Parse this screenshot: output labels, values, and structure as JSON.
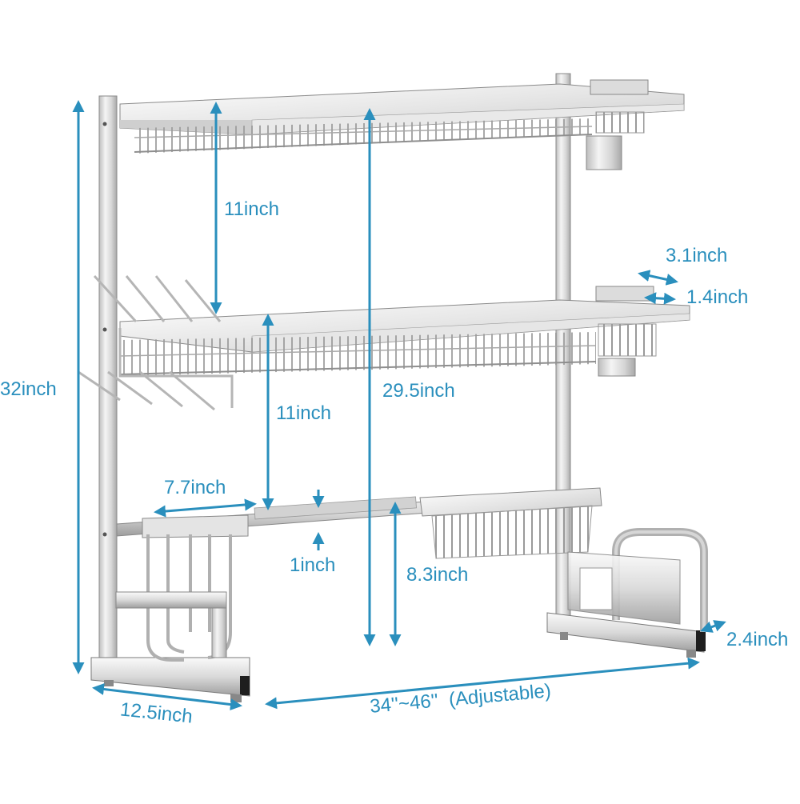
{
  "colors": {
    "dimension": "#2a8fbd",
    "steel_light": "#f2f2f2",
    "steel_mid": "#cfcfcf",
    "steel_dark": "#8c8c8c",
    "outline": "#7a7a7a"
  },
  "dimensions": {
    "top_gap": "11inch",
    "middle_gap": "11inch",
    "total_height": "32inch",
    "inner_height": "29.5inch",
    "holder_width": "3.1inch",
    "holder_depth": "1.4inch",
    "cup_rack_width": "7.7inch",
    "bar_thickness": "1inch",
    "bottom_height": "8.3inch",
    "depth": "12.5inch",
    "width_range": "34''~46''",
    "width_note": "(Adjustable)",
    "foot_height": "2.4inch"
  }
}
